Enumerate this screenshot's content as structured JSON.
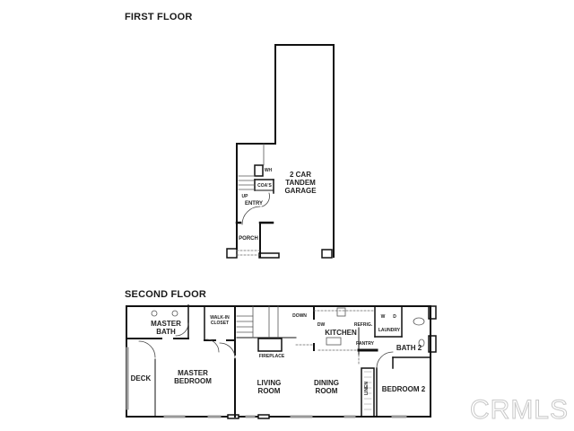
{
  "first_floor": {
    "title": "FIRST FLOOR",
    "rooms": {
      "garage": "2 CAR\nTANDEM\nGARAGE",
      "wh": "WH",
      "coats": "COA'S",
      "entry": "ENTRY",
      "porch": "PORCH",
      "up": "UP"
    }
  },
  "second_floor": {
    "title": "SECOND FLOOR",
    "rooms": {
      "master_bath": "MASTER\nBATH",
      "walk_in_closet": "WALK-IN\nCLOSET",
      "down": "DOWN",
      "dw": "DW",
      "kitchen": "KITCHEN",
      "refrig": "REFRIG.",
      "pantry": "PANTRY",
      "w": "W",
      "d": "D",
      "laundry": "LAUNDRY",
      "bath2": "BATH 2",
      "fireplace": "FIREPLACE",
      "deck": "DECK",
      "master_bedroom": "MASTER\nBEDROOM",
      "living_room": "LIVING\nROOM",
      "dining_room": "DINING\nROOM",
      "linen": "LINEN",
      "bedroom2": "BEDROOM 2"
    }
  },
  "watermark": "CRMLS"
}
